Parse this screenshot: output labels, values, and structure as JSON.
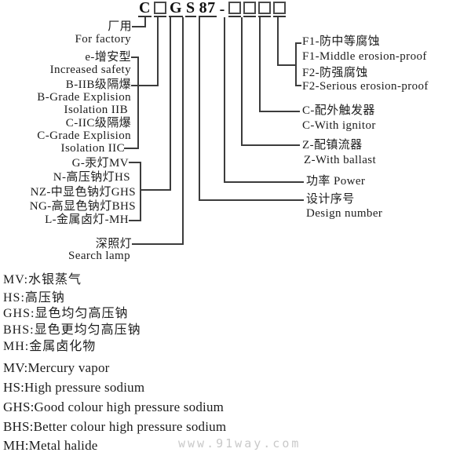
{
  "model_code": {
    "display": "C□GS87-□□□□",
    "segments": [
      {
        "text": "C"
      },
      {
        "box": true
      },
      {
        "text": "G"
      },
      {
        "text": "S"
      },
      {
        "text": "87"
      },
      {
        "text": "-"
      },
      {
        "box": true
      },
      {
        "box": true
      },
      {
        "box": true
      },
      {
        "box": true
      }
    ]
  },
  "left_labels": [
    "厂用",
    "For factory",
    "e-增安型",
    "Increased safety",
    "B-IIB级隔爆",
    "B-Grade Explision",
    "Isolation IIB",
    "C-IIC级隔爆",
    "C-Grade Explision",
    "Isolation IIC",
    "G-汞灯MV",
    "N-高压钠灯HS",
    "NZ-中显色钠灯GHS",
    "NG-高显色钠灯BHS",
    "L-金属卤灯-MH",
    "深照灯",
    "Search lamp"
  ],
  "right_labels": [
    "F1-防中等腐蚀",
    "F1-Middle erosion-proof",
    "F2-防强腐蚀",
    "F2-Serious erosion-proof",
    "C-配外触发器",
    "C-With ignitor",
    "Z-配镇流器",
    "Z-With ballast",
    "功率 Power",
    "设计序号",
    "Design number"
  ],
  "glossary": [
    "MV:水银蒸气",
    "HS:高压钠",
    "GHS:显色均匀高压钠",
    "BHS:显色更均匀高压钠",
    "MH:金属卤化物",
    "MV:Mercury vapor",
    "HS:High pressure sodium",
    "GHS:Good colour high pressure sodium",
    "BHS:Better colour high pressure sodium",
    "MH:Metal halide"
  ],
  "watermark": "www.91way.com"
}
